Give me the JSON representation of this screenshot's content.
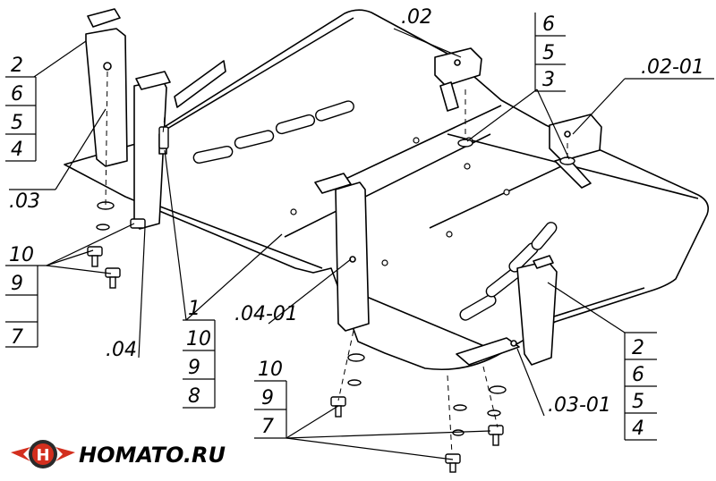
{
  "labels": {
    "top_left_stack": [
      "2",
      "6",
      "5",
      "4"
    ],
    "part_03": ".03",
    "part_02": ".02",
    "top_mid_stack": [
      "6",
      "5",
      "3"
    ],
    "part_02_01": ".02-01",
    "left_bolts_stack": [
      "10",
      "9",
      "7"
    ],
    "part_04": ".04",
    "mid_stack": [
      "1",
      "10",
      "9",
      "8"
    ],
    "part_04_01": ".04-01",
    "bottom_bolts_stack": [
      "10",
      "9",
      "7"
    ],
    "part_03_01": ".03-01",
    "bottom_right_stack": [
      "2",
      "6",
      "5",
      "4"
    ]
  },
  "brand": {
    "name": "HOMATO.RU",
    "logo_letter": "H"
  },
  "colors": {
    "ink": "#000000",
    "brand_red": "#d32f1e",
    "brand_dark": "#2a2a2a"
  }
}
